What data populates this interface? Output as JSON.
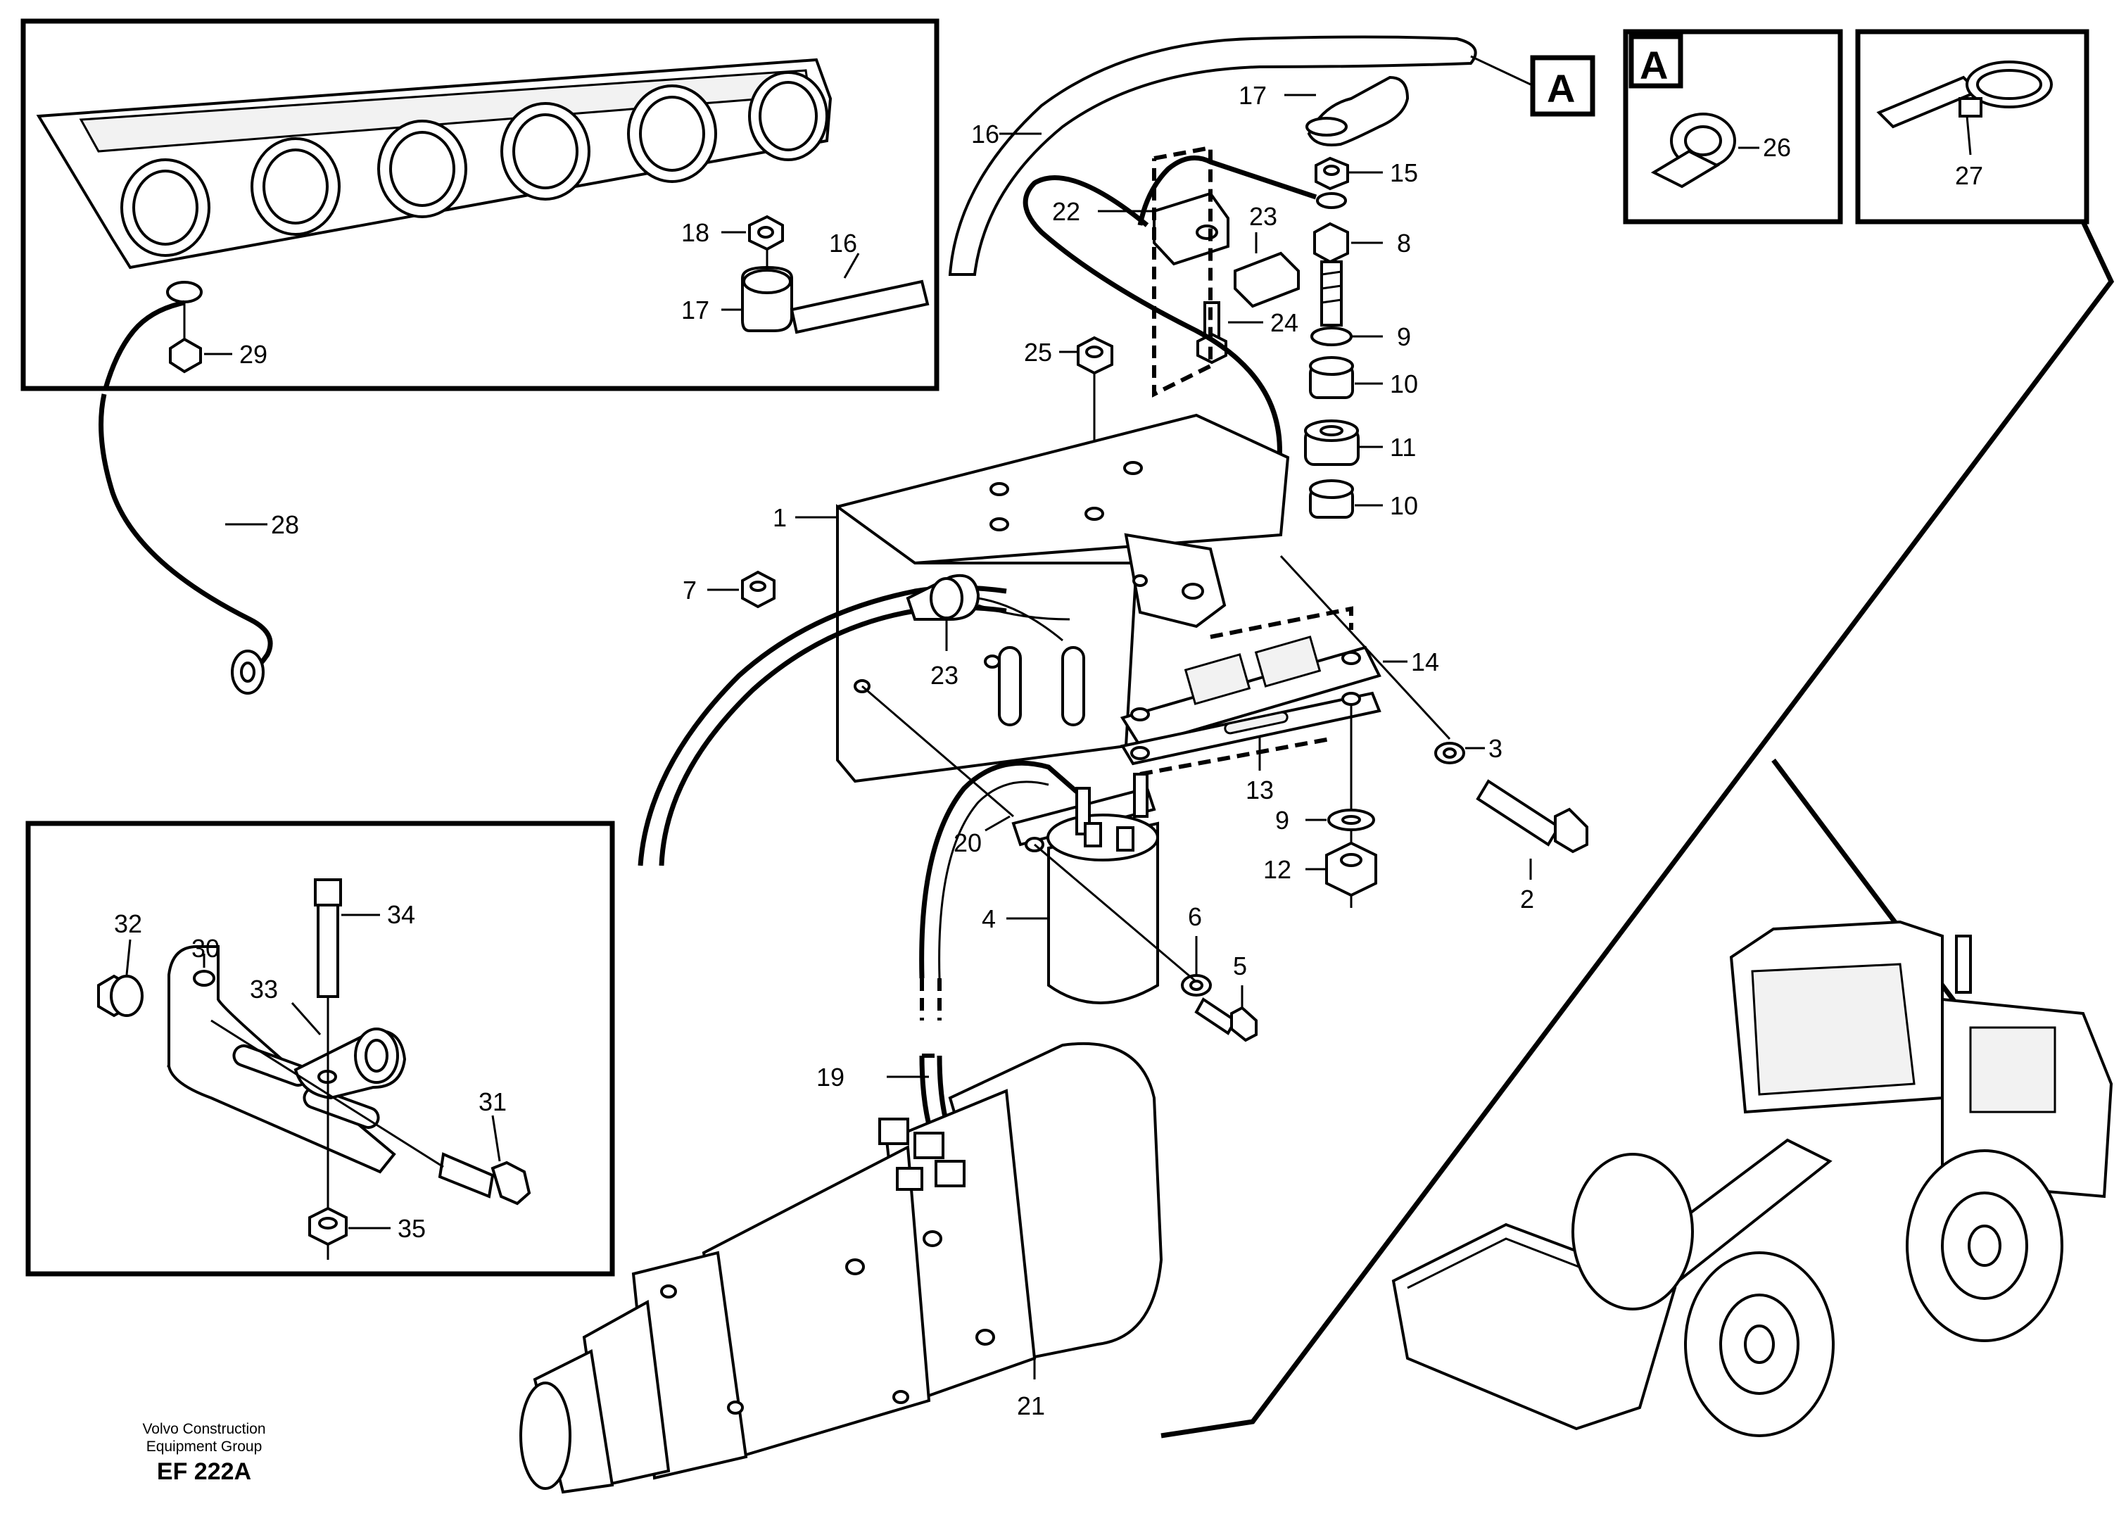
{
  "diagram": {
    "callouts": [
      "1",
      "2",
      "3",
      "4",
      "5",
      "6",
      "7",
      "8",
      "9",
      "10",
      "11",
      "12",
      "13",
      "14",
      "15",
      "16",
      "17",
      "18",
      "19",
      "20",
      "21",
      "22",
      "23",
      "24",
      "25",
      "26",
      "27",
      "28",
      "29",
      "30",
      "31",
      "32",
      "33",
      "34",
      "35"
    ],
    "ref_letter": "A",
    "footer": {
      "line1": "Volvo Construction",
      "line2": "Equipment Group",
      "code": "EF 222A"
    }
  }
}
